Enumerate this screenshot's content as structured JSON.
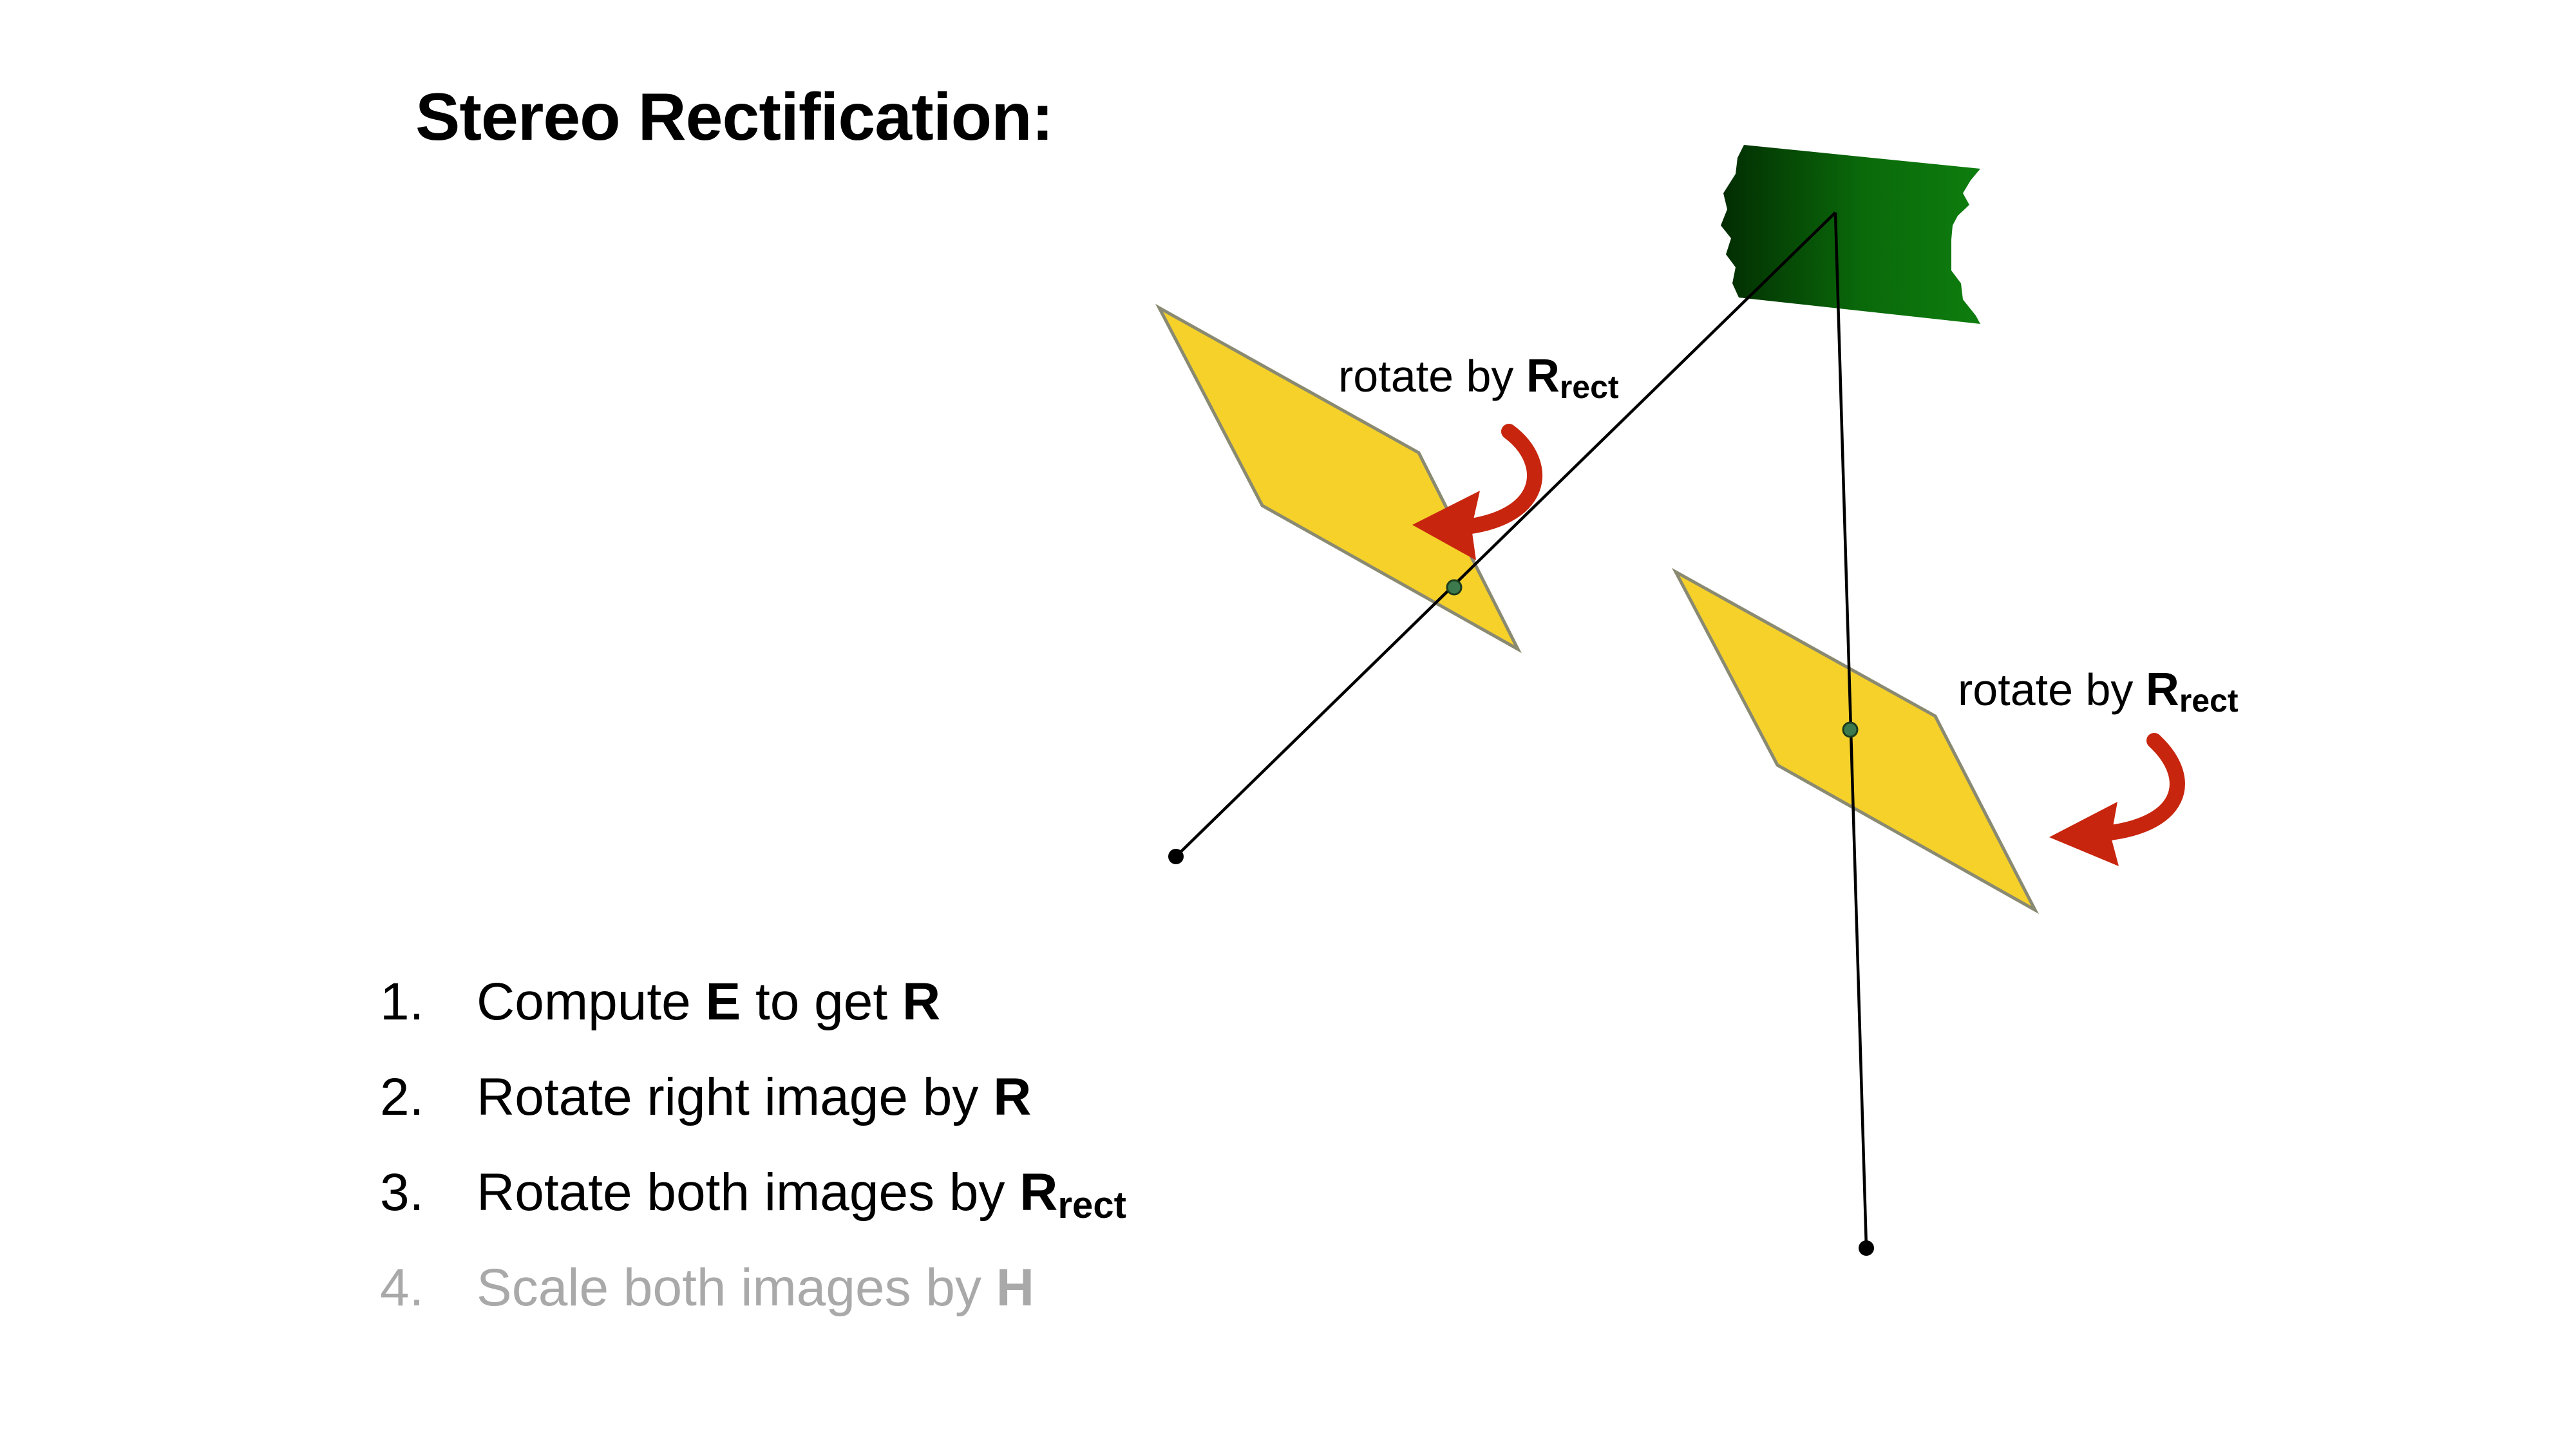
{
  "title": "Stereo Rectification:",
  "rotate_labels": [
    {
      "prefix": "rotate by ",
      "symbol": "R",
      "subscript": "rect"
    },
    {
      "prefix": "rotate by ",
      "symbol": "R",
      "subscript": "rect"
    }
  ],
  "steps": [
    {
      "num": "1.",
      "t1": "Compute ",
      "b1": "E",
      "t2": " to get ",
      "b2": "R",
      "sub": ""
    },
    {
      "num": "2.",
      "t1": "Rotate right image by ",
      "b1": "R",
      "t2": "",
      "b2": "",
      "sub": ""
    },
    {
      "num": "3.",
      "t1": "Rotate both images by ",
      "b1": "R",
      "t2": "",
      "b2": "",
      "sub": "rect"
    },
    {
      "num": "4.",
      "t1": "Scale both images by ",
      "b1": "H",
      "t2": "",
      "b2": "",
      "sub": ""
    }
  ],
  "colors": {
    "image_plane": "#f5d12a",
    "rotation_arrow": "#c8250e",
    "object": "#0a6e0a",
    "dimmed_text": "#a9a9a9"
  },
  "icons": [
    "left-camera-center",
    "right-camera-center",
    "rotation-arrow",
    "scene-object"
  ]
}
